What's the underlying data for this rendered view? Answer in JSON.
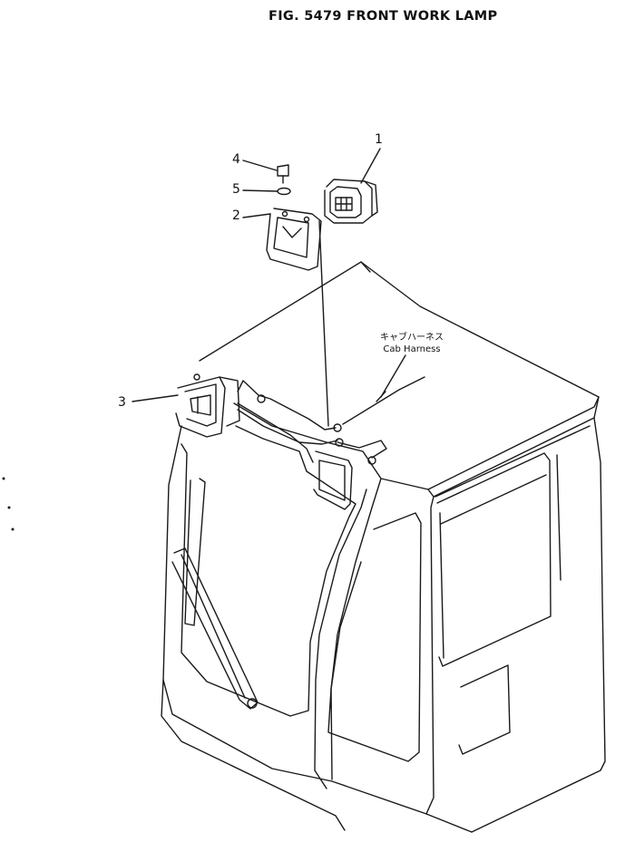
{
  "title": "FIG. 5479  FRONT WORK LAMP",
  "callouts": [
    "1",
    "2",
    "3",
    "4",
    "5"
  ],
  "harness_label": {
    "japanese": "キャブハーネス",
    "english": "Cab Harness"
  }
}
